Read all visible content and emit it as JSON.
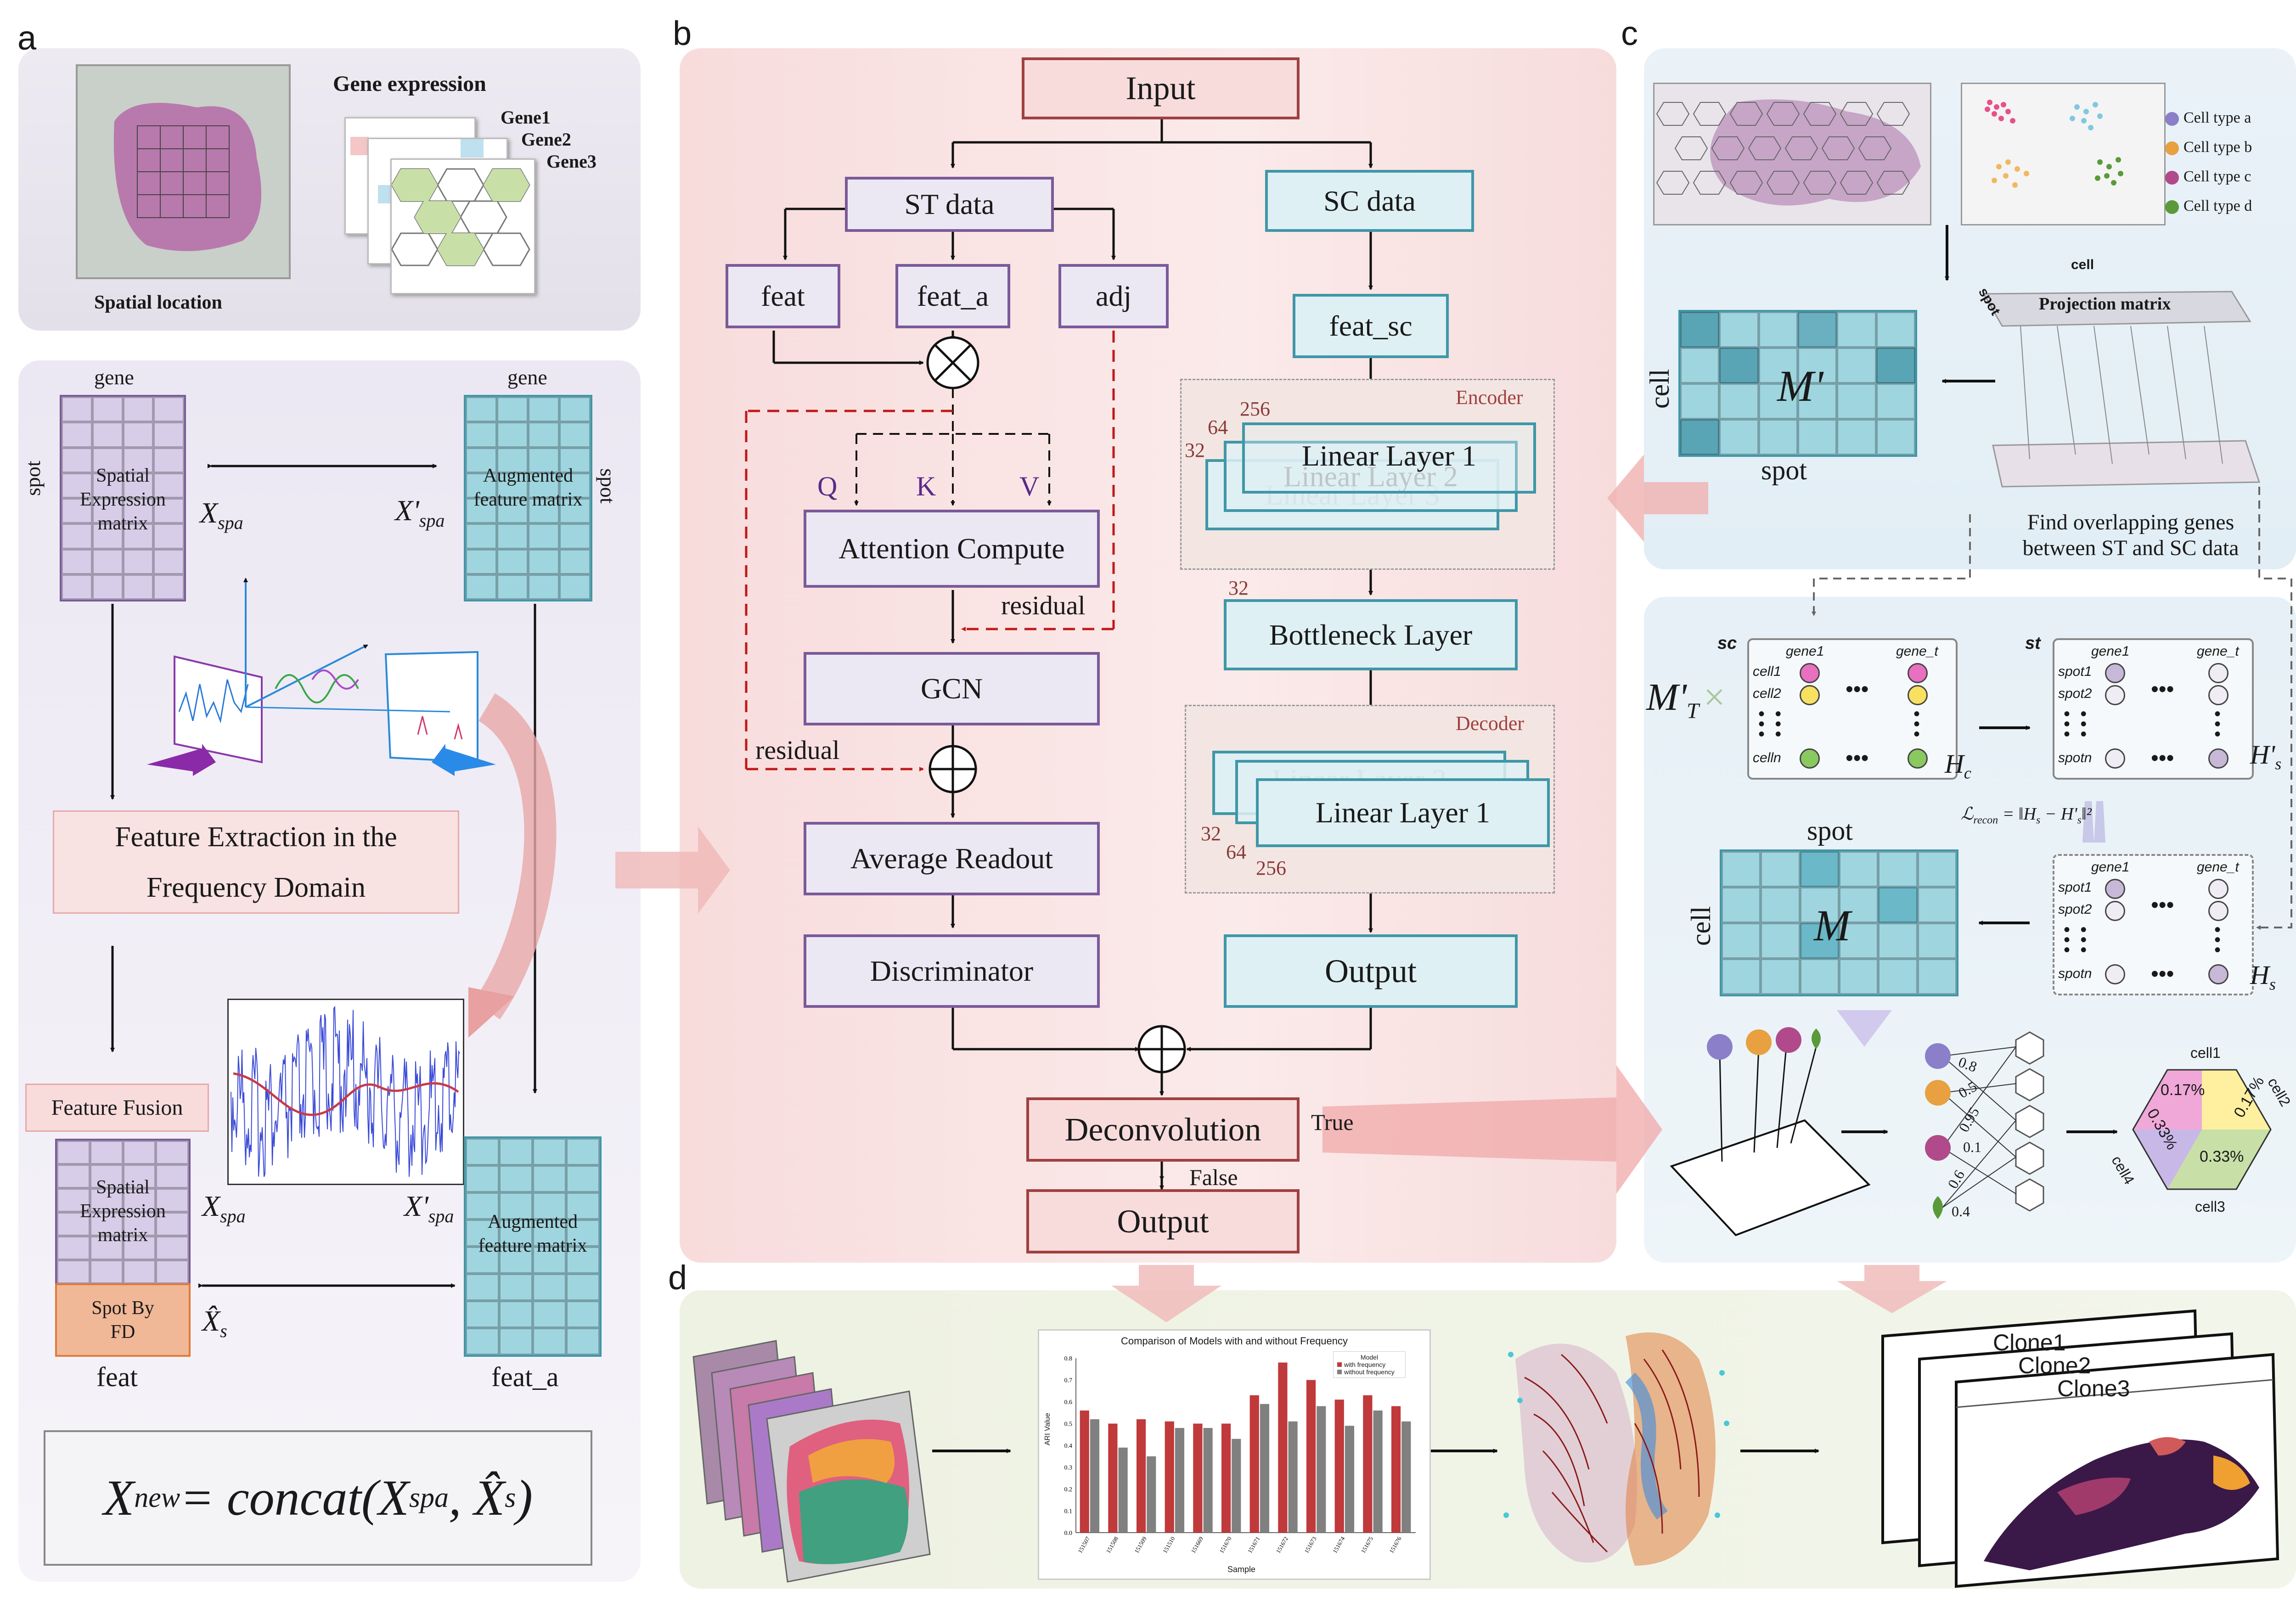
{
  "panel_labels": {
    "a": "a",
    "b": "b",
    "c": "c",
    "d": "d"
  },
  "panel_a": {
    "spatial_location": "Spatial location",
    "gene_expression": "Gene expression",
    "genes": [
      "Gene1",
      "Gene2",
      "Gene3"
    ],
    "gene_left": "gene",
    "gene_right": "gene",
    "spot_left": "spot",
    "spot_right": "spot",
    "spatial_matrix": "Spatial Expression matrix",
    "augmented_matrix": "Augmented feature matrix",
    "x_spa": "X",
    "x_spa_sub": "spa",
    "x_prime_spa": "X'",
    "feature_extraction": "Feature Extraction in the Frequency Domain",
    "feature_fusion": "Feature Fusion",
    "spot_by_fd": "Spot By FD",
    "x_hat_s": "X̂",
    "x_hat_sub": "s",
    "feat": "feat",
    "feat_a": "feat_a",
    "formula": "X",
    "formula_sub": "new",
    "formula_rest": " = concat(X",
    "formula_sub2": "spa",
    "formula_mid": ", X̂",
    "formula_sub3": "s",
    "formula_end": ")"
  },
  "panel_b": {
    "input": "Input",
    "st_data": "ST data",
    "sc_data": "SC data",
    "feat": "feat",
    "feat_a": "feat_a",
    "adj": "adj",
    "feat_sc": "feat_sc",
    "q": "Q",
    "k": "K",
    "v": "V",
    "attention": "Attention Compute",
    "residual1": "residual",
    "gcn": "GCN",
    "residual2": "residual",
    "average_readout": "Average Readout",
    "discriminator": "Discriminator",
    "encoder": "Encoder",
    "decoder": "Decoder",
    "linear1": "Linear Layer 1",
    "linear2": "Linear Layer 2",
    "linear3": "Linear Layer 3",
    "enc_dims": [
      "256",
      "64",
      "32"
    ],
    "bottleneck_dim": "32",
    "bottleneck": "Bottleneck Layer",
    "dec_dims": [
      "32",
      "64",
      "256"
    ],
    "output_sc": "Output",
    "deconvolution": "Deconvolution",
    "true": "True",
    "false": "False",
    "output": "Output"
  },
  "panel_c": {
    "cell_types": [
      "Cell type a",
      "Cell type b",
      "Cell type c",
      "Cell type d"
    ],
    "cell_type_colors": [
      "#8a7fc8",
      "#e8a040",
      "#b04a8a",
      "#5a9a3a"
    ],
    "projection_matrix": "Projection matrix",
    "proj_cell": "cell",
    "proj_spot": "spot",
    "m_prime": "M'",
    "cell": "cell",
    "spot": "spot",
    "find_overlap": "Find overlapping genes between ST and SC data",
    "sc": "sc",
    "st": "st",
    "gene1": "gene1",
    "gene_t": "gene_t",
    "cells": [
      "cell1",
      "cell2",
      "celln"
    ],
    "spots": [
      "spot1",
      "spot2",
      "spotn"
    ],
    "h_c": "H",
    "h_c_sub": "c",
    "h_s_prime": "H'",
    "h_s_sub": "s",
    "m_t": "M'",
    "m_t_sub": "T",
    "loss": "ℒ",
    "loss_sub": "recon",
    "loss_rest": " = ‖H",
    "loss_sub2": "s",
    "loss_mid": " − H'",
    "loss_sub3": "s",
    "loss_end": "‖²",
    "spot_top": "spot",
    "cell2": "cell",
    "m": "M",
    "h_s": "H",
    "weights": [
      "0.8",
      "0.5",
      "0.95",
      "0.1",
      "0.6",
      "0.4"
    ],
    "hex_cells": [
      "cell1",
      "cell2",
      "cell3",
      "cell4"
    ],
    "hex_pcts": [
      "0.17%",
      "0.17%",
      "0.33%",
      "0.33%"
    ]
  },
  "panel_d": {
    "bar_chart": {
      "title": "Comparison of Models with and without Frequency",
      "ylabel": "ARI Value",
      "xlabel": "Sample",
      "legend_title": "Model",
      "legend": [
        "with frequency",
        "without frequency"
      ]
    },
    "clones": [
      "Clone1",
      "Clone2",
      "Clone3"
    ]
  },
  "chart_data": {
    "type": "bar",
    "title": "Comparison of Models with and without Frequency",
    "xlabel": "Sample",
    "ylabel": "ARI Value",
    "ylim": [
      0,
      0.8
    ],
    "yticks": [
      "0.0",
      "0.1",
      "0.2",
      "0.3",
      "0.4",
      "0.5",
      "0.6",
      "0.7",
      "0.8"
    ],
    "categories": [
      "151507",
      "151508",
      "151509",
      "151510",
      "151669",
      "151670",
      "151671",
      "151672",
      "151673",
      "151674",
      "151675",
      "151676"
    ],
    "series": [
      {
        "name": "with frequency",
        "color": "#c0393b",
        "values": [
          0.56,
          0.5,
          0.52,
          0.51,
          0.5,
          0.5,
          0.63,
          0.78,
          0.7,
          0.61,
          0.63,
          0.58
        ]
      },
      {
        "name": "without frequency",
        "color": "#808080",
        "values": [
          0.52,
          0.39,
          0.35,
          0.48,
          0.48,
          0.43,
          0.59,
          0.51,
          0.58,
          0.49,
          0.56,
          0.51
        ]
      }
    ],
    "legend_position": "top-right"
  }
}
